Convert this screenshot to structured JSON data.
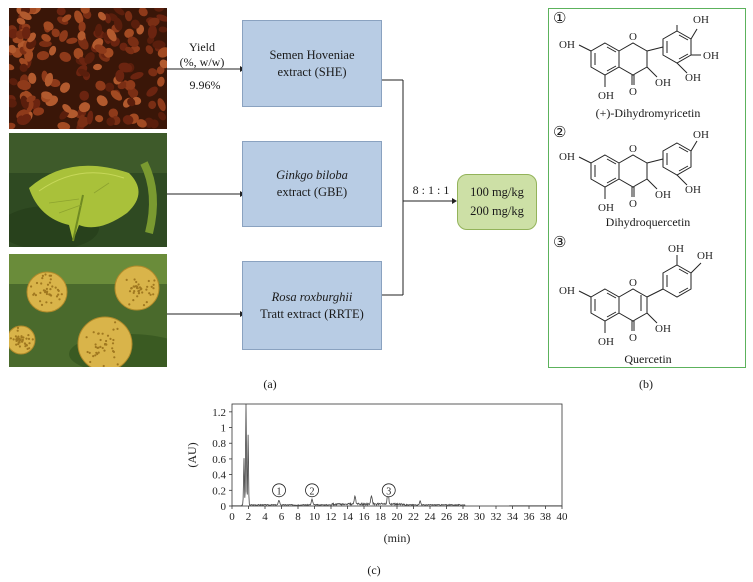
{
  "panel_a": {
    "label": "(a)",
    "yield_text": {
      "line1": "Yield",
      "line2": "(%, w/w)",
      "value": "9.96%"
    },
    "extracts": [
      {
        "italic": "",
        "line1": "Semen Hoveniae",
        "line2": "extract (SHE)"
      },
      {
        "italic": "Ginkgo biloba",
        "line1": "",
        "line2": "extract (GBE)"
      },
      {
        "italic": "Rosa roxburghii",
        "line1": "",
        "line2": "Tratt extract (RRTE)"
      }
    ],
    "ratio": "8 : 1 : 1",
    "doses": [
      "100 mg/kg",
      "200 mg/kg"
    ],
    "photos": [
      "semen-hoveniae-seeds",
      "ginkgo-leaf",
      "rosa-roxburghii-fruit"
    ]
  },
  "panel_b": {
    "label": "(b)",
    "compounds": [
      {
        "number": "①",
        "name": "(+)-Dihydromyricetin"
      },
      {
        "number": "②",
        "name": "Dihydroquercetin"
      },
      {
        "number": "③",
        "name": "Quercetin"
      }
    ]
  },
  "panel_c": {
    "label": "(c)",
    "chart_data": {
      "type": "line",
      "xlabel": "(min)",
      "ylabel": "(AU)",
      "xlim": [
        0,
        40
      ],
      "ylim": [
        0,
        1.3
      ],
      "xticks": [
        0,
        2,
        4,
        6,
        8,
        10,
        12,
        14,
        16,
        18,
        20,
        22,
        24,
        26,
        28,
        30,
        32,
        34,
        36,
        38,
        40
      ],
      "yticks": [
        0,
        0.2,
        0.4,
        0.6,
        0.8,
        1,
        1.2
      ],
      "ytick_labels": [
        "0",
        "0.2",
        "0.4",
        "0.6",
        "0.8",
        "1",
        "1.2"
      ],
      "peaks": [
        {
          "x": 1.45,
          "y": 0.6
        },
        {
          "x": 1.7,
          "y": 1.28
        },
        {
          "x": 1.95,
          "y": 0.9
        },
        {
          "x": 5.7,
          "y": 0.06
        },
        {
          "x": 9.7,
          "y": 0.07
        },
        {
          "x": 14.9,
          "y": 0.11
        },
        {
          "x": 16.9,
          "y": 0.1
        },
        {
          "x": 18.9,
          "y": 0.16
        },
        {
          "x": 22.8,
          "y": 0.05
        }
      ],
      "annotations": [
        {
          "label": "1",
          "x": 5.7
        },
        {
          "label": "2",
          "x": 9.7
        },
        {
          "label": "3",
          "x": 19.0
        }
      ]
    }
  }
}
